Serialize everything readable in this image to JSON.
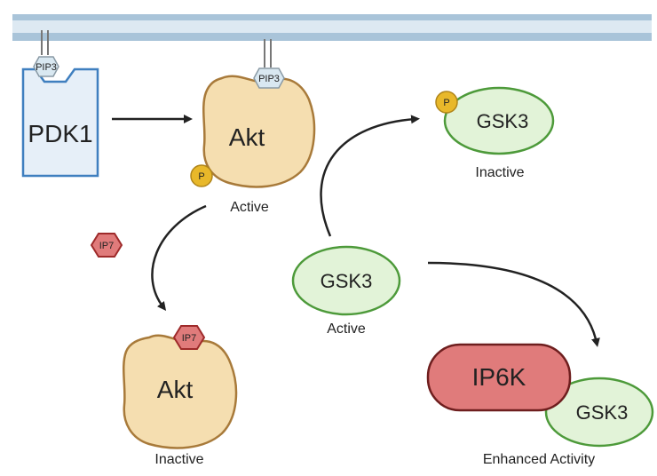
{
  "diagram": {
    "pip3_label": "PIP3",
    "pdk1_label": "PDK1",
    "akt_label": "Akt",
    "p_label": "P",
    "gsk3_label": "GSK3",
    "ip7_label": "IP7",
    "ip6k_label": "IP6K",
    "states": {
      "active": "Active",
      "inactive": "Inactive",
      "enhanced": "Enhanced Activity"
    },
    "colors": {
      "membrane": "#a9c4d9",
      "membrane_core": "#dde9f2",
      "pdk1_fill": "#e6eff8",
      "pdk1_stroke": "#3f7fbf",
      "akt_fill": "#f5deb0",
      "akt_stroke": "#a87a3a",
      "gsk3_fill": "#e2f3d8",
      "gsk3_stroke": "#4d9a3a",
      "ip_fill": "#e07b7b",
      "ip_stroke": "#9e2a2a",
      "phospho_fill": "#e8b82a",
      "phospho_stroke": "#b0851a",
      "pip3_fill": "#d9e8f1",
      "pip3_stroke": "#8a9aa5",
      "arrow": "#222222"
    }
  }
}
